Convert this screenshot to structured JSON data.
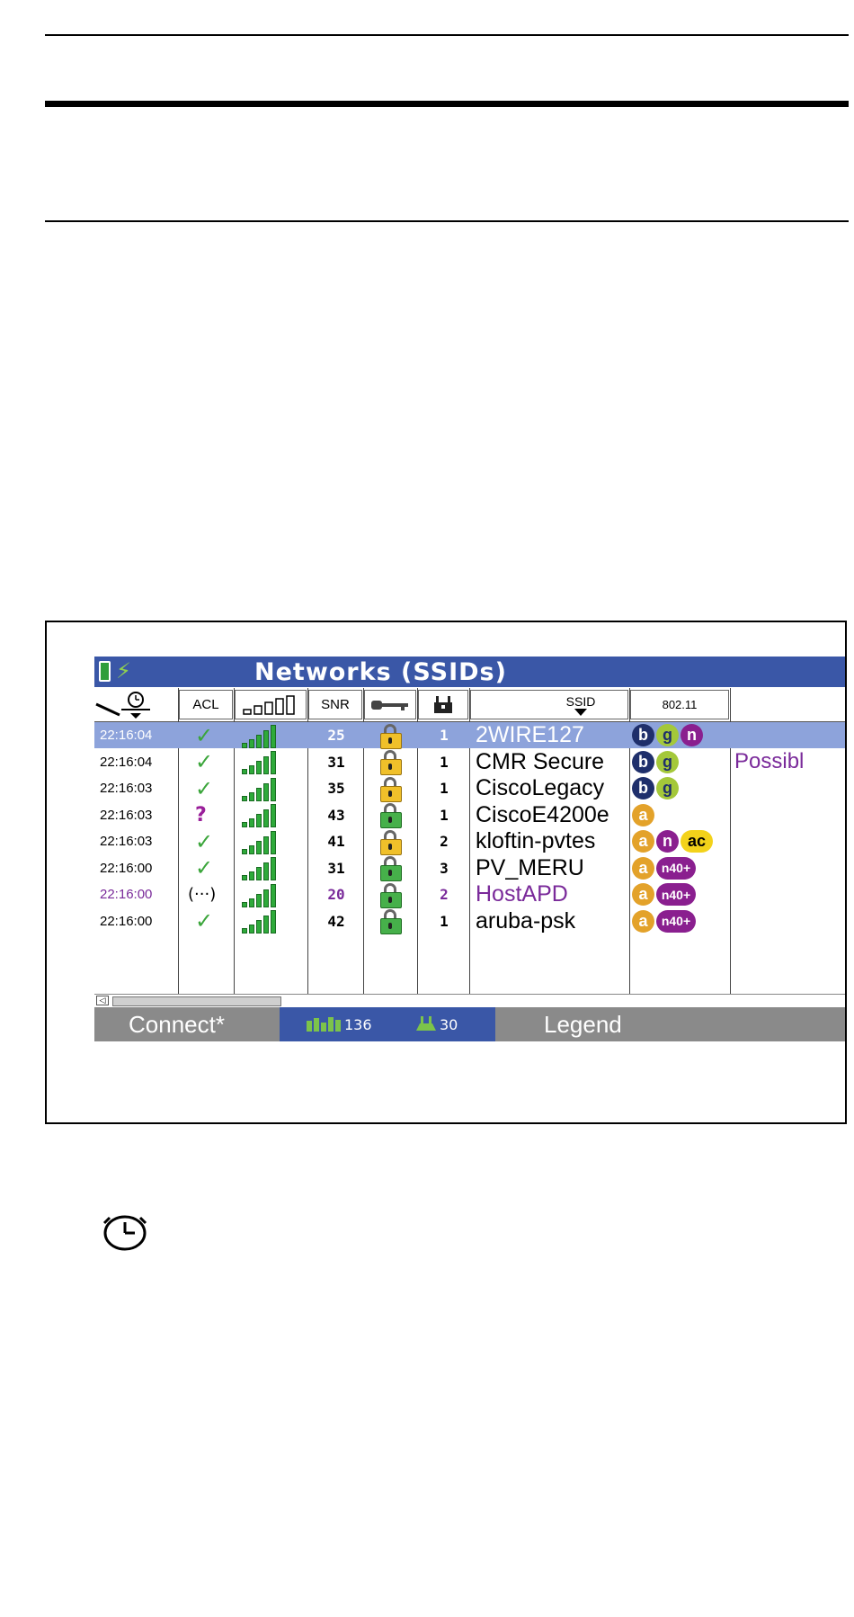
{
  "window": {
    "title": "Networks (SSIDs)"
  },
  "headers": {
    "acl": "ACL",
    "snr": "SNR",
    "ssid": "SSID",
    "std": "802.11"
  },
  "rows": [
    {
      "time": "22:16:04",
      "acl": "✓",
      "snr": "25",
      "lock": "yellow",
      "ch": "1",
      "ssid": "2WIRE127",
      "badges": [
        "b",
        "g",
        "n"
      ],
      "note": "",
      "selected": true
    },
    {
      "time": "22:16:04",
      "acl": "✓",
      "snr": "31",
      "lock": "yellow",
      "ch": "1",
      "ssid": "CMR  Secure",
      "badges": [
        "b",
        "g"
      ],
      "note": "Possibl"
    },
    {
      "time": "22:16:03",
      "acl": "✓",
      "snr": "35",
      "lock": "yellow",
      "ch": "1",
      "ssid": "CiscoLegacy",
      "badges": [
        "b",
        "g"
      ],
      "note": ""
    },
    {
      "time": "22:16:03",
      "acl": "?",
      "snr": "43",
      "lock": "green",
      "ch": "1",
      "ssid": "CiscoE4200e",
      "badges": [
        "a"
      ],
      "note": ""
    },
    {
      "time": "22:16:03",
      "acl": "✓",
      "snr": "41",
      "lock": "yellow",
      "ch": "2",
      "ssid": "kloftin-pvtes",
      "badges": [
        "a",
        "n",
        "ac"
      ],
      "note": ""
    },
    {
      "time": "22:16:00",
      "acl": "✓",
      "snr": "31",
      "lock": "green",
      "ch": "3",
      "ssid": "PV_MERU",
      "badges": [
        "a",
        "n40+"
      ],
      "note": ""
    },
    {
      "time": "22:16:00",
      "acl": "(···)",
      "snr": "20",
      "lock": "green",
      "ch": "2",
      "ssid": "HostAPD",
      "badges": [
        "a",
        "n40+"
      ],
      "note": "",
      "purple": true
    },
    {
      "time": "22:16:00",
      "acl": "✓",
      "snr": "42",
      "lock": "green",
      "ch": "1",
      "ssid": "aruba-psk",
      "badges": [
        "a",
        "n40+"
      ],
      "note": ""
    }
  ],
  "footer": {
    "connect": "Connect*",
    "networks_count": "136",
    "aps_count": "30",
    "legend": "Legend"
  },
  "colors": {
    "titlebar": "#3a57a7",
    "selected_row": "#8da3db",
    "footer": "#8a8a8a",
    "badge_b": "#1f2f6b",
    "badge_g": "#a4c83a",
    "badge_n": "#8a1f8f",
    "badge_a": "#e3a22a",
    "badge_ac": "#f3d21a",
    "purple_text": "#7a2a9a"
  }
}
